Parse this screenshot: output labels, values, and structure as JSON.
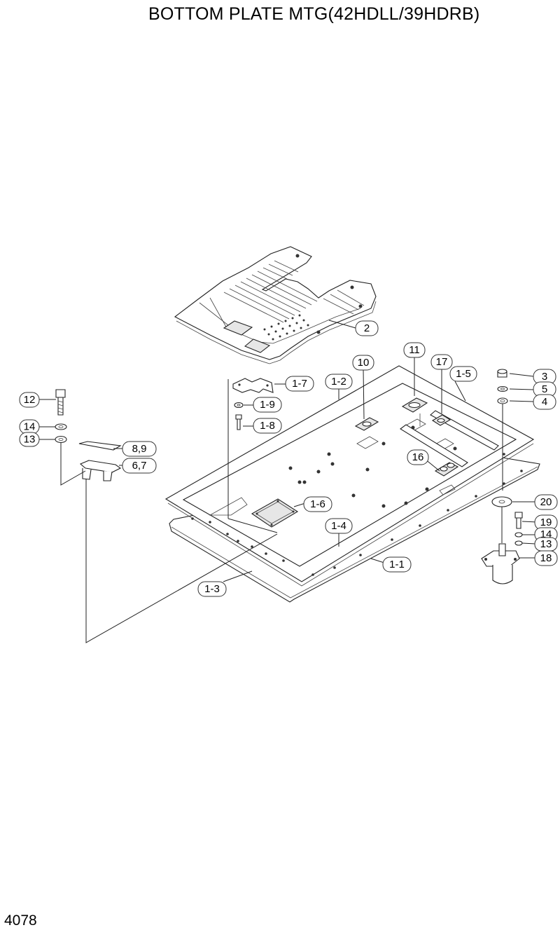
{
  "title": "BOTTOM PLATE MTG(42HDLL/39HDRB)",
  "page_number": "4078",
  "callouts": {
    "c2": "2",
    "c3": "3",
    "c4": "4",
    "c5": "5",
    "c6_7": "6,7",
    "c8_9": "8,9",
    "c10": "10",
    "c11": "11",
    "c12": "12",
    "c13_left": "13",
    "c13_right": "13",
    "c14_left": "14",
    "c14_right": "14",
    "c16": "16",
    "c17": "17",
    "c18": "18",
    "c19": "19",
    "c20": "20",
    "c1_1": "1-1",
    "c1_2": "1-2",
    "c1_3": "1-3",
    "c1_4": "1-4",
    "c1_5": "1-5",
    "c1_6": "1-6",
    "c1_7": "1-7",
    "c1_8": "1-8",
    "c1_9": "1-9"
  }
}
